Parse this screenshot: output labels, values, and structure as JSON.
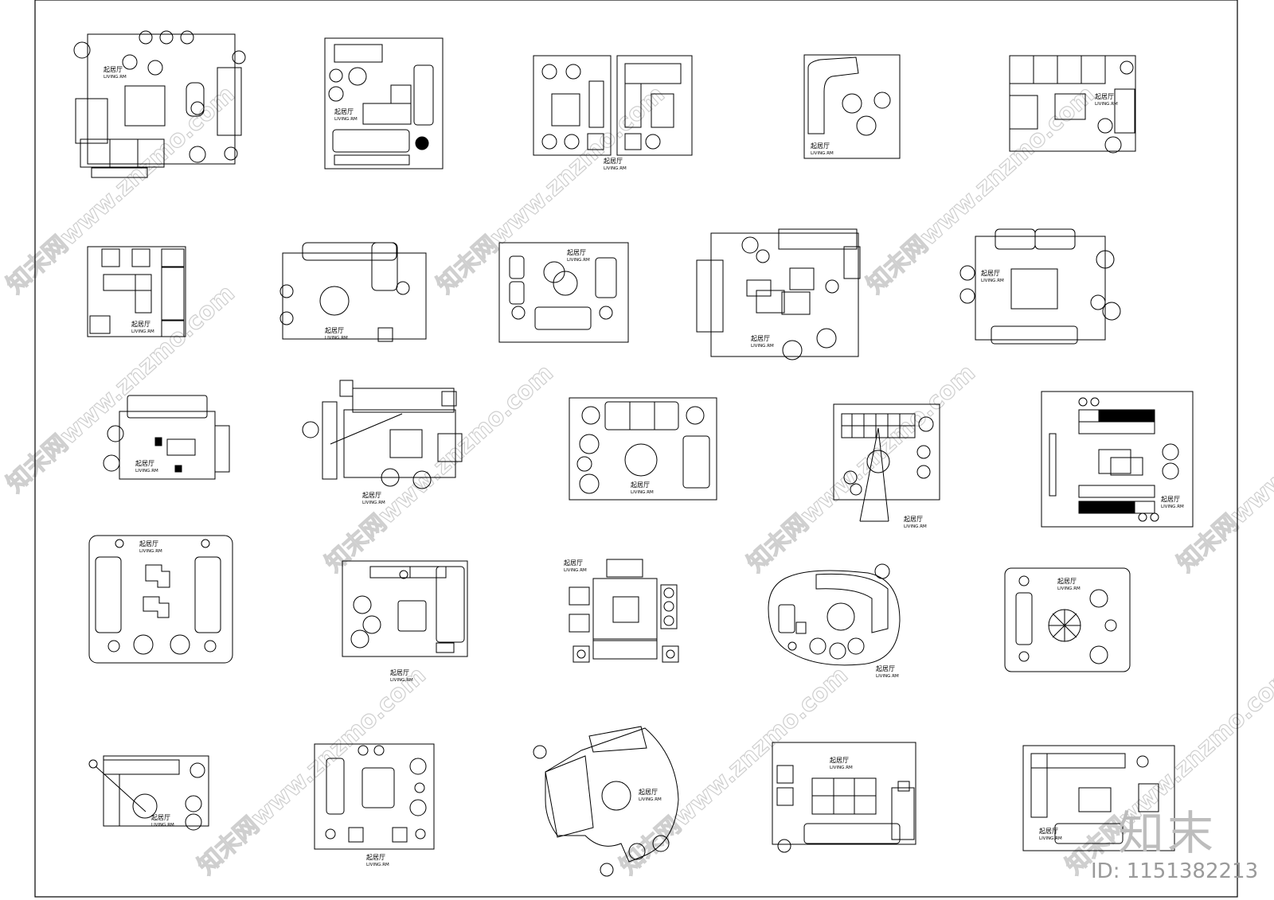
{
  "sheet": {
    "label_cn": "起居厅",
    "label_en": "LIVING.RM"
  },
  "watermark": {
    "text": "知末网www.znzmo.com"
  },
  "brand": {
    "name": "知末",
    "id_text": "ID: 1151382213"
  }
}
